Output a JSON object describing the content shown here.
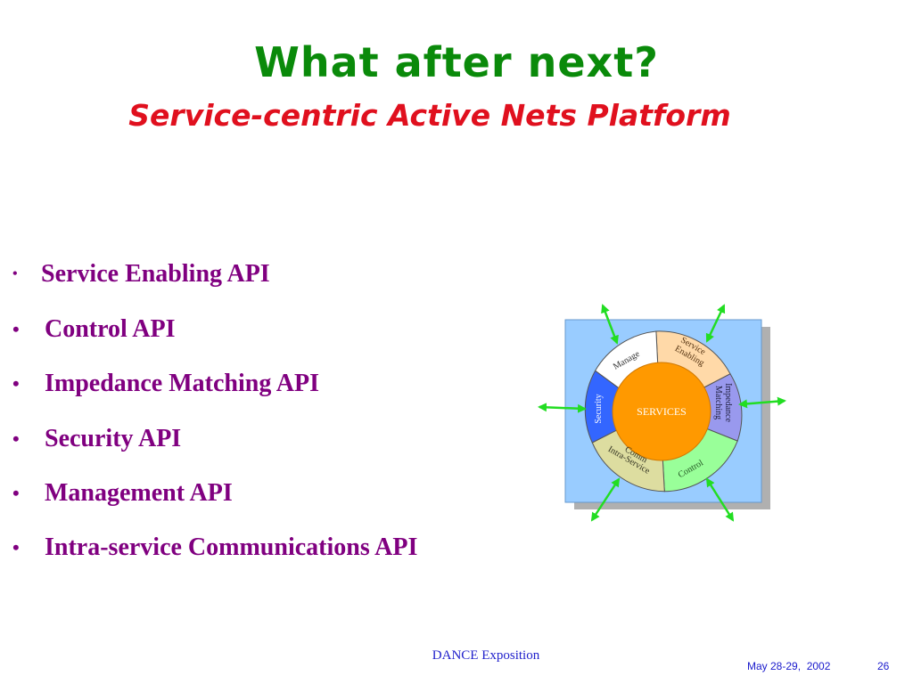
{
  "slide": {
    "title": "What after next?",
    "subtitle": "Service-centric Active Nets Platform"
  },
  "bullets": [
    {
      "marker": "•",
      "text": "Service Enabling API"
    },
    {
      "marker": "•",
      "text": "Control API"
    },
    {
      "marker": "•",
      "text": "Impedance Matching API"
    },
    {
      "marker": "•",
      "text": "Security API"
    },
    {
      "marker": "•",
      "text": "Management API"
    },
    {
      "marker": "•",
      "text": "Intra-service Communications API"
    }
  ],
  "diagram": {
    "center_label": "SERVICES",
    "segments": {
      "manage": "Manage",
      "service_enabling_line1": "Service",
      "service_enabling_line2": "Enabling",
      "impedance_line1": "Impedance",
      "impedance_line2": "Matching",
      "control": "Control",
      "intra_line1": "Intra-Service",
      "intra_line2": "Comm",
      "security": "Security"
    },
    "colors": {
      "panel": "#99ccff",
      "panel_shadow": "#b0b0b0",
      "center": "#ff9900",
      "manage": "#ffffff",
      "service_enabling": "#ffd9a8",
      "impedance": "#9999ee",
      "control": "#99ff99",
      "intra": "#dddda0",
      "security": "#3366ff",
      "arrow": "#22dd22"
    }
  },
  "footer": {
    "center": "DANCE Exposition",
    "date": "May 28-29,  2002",
    "page": "26"
  }
}
